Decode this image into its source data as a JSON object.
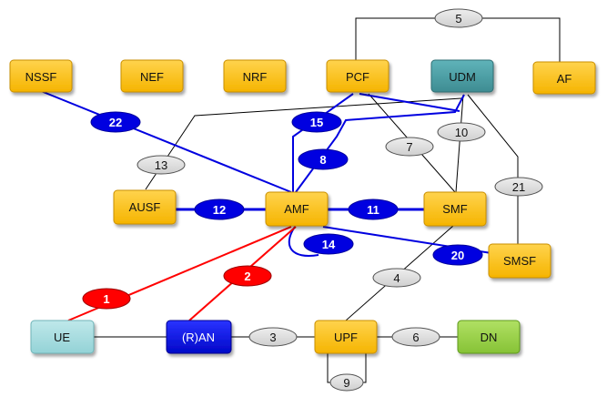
{
  "nodes": {
    "nssf": "NSSF",
    "nef": "NEF",
    "nrf": "NRF",
    "pcf": "PCF",
    "udm": "UDM",
    "af": "AF",
    "ausf": "AUSF",
    "amf": "AMF",
    "smf": "SMF",
    "smsf": "SMSF",
    "ue": "UE",
    "ran": "(R)AN",
    "upf": "UPF",
    "dn": "DN"
  },
  "refs": {
    "r1": "1",
    "r2": "2",
    "r3": "3",
    "r4": "4",
    "r5": "5",
    "r6": "6",
    "r7": "7",
    "r8": "8",
    "r9": "9",
    "r10": "10",
    "r11": "11",
    "r12": "12",
    "r13": "13",
    "r14": "14",
    "r15": "15",
    "r20": "20",
    "r21": "21",
    "r22": "22"
  },
  "colors": {
    "nf_box": "#ffc000",
    "udm_box": "#4a9aa0",
    "ue_box": "#a8dde0",
    "ran_box": "#0a12e0",
    "dn_box": "#9bd34a",
    "blue_link": "#0000e0",
    "red_link": "#ff0000",
    "black_link": "#000000",
    "grey_ref": "#d9d9d9"
  }
}
